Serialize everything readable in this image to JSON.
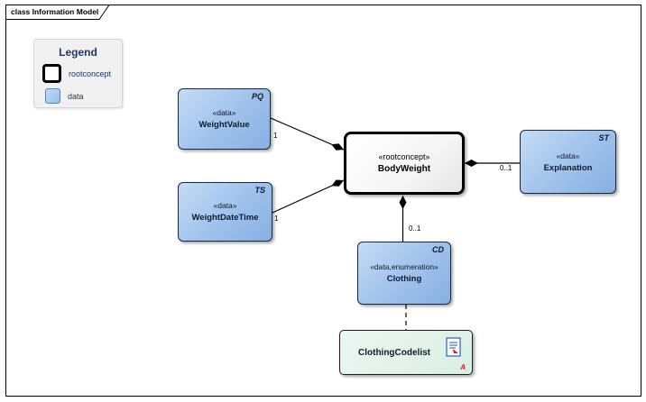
{
  "frame": {
    "title": "class Information Model"
  },
  "legend": {
    "title": "Legend",
    "items": [
      {
        "label": "rootconcept",
        "swatch": "rootconcept"
      },
      {
        "label": "data",
        "swatch": "data"
      }
    ]
  },
  "nodes": {
    "weight_value": {
      "type_tag": "PQ",
      "stereotype": "«data»",
      "name": "WeightValue"
    },
    "weight_date_time": {
      "type_tag": "TS",
      "stereotype": "«data»",
      "name": "WeightDateTime"
    },
    "body_weight": {
      "stereotype": "«rootconcept»",
      "name": "BodyWeight"
    },
    "explanation": {
      "type_tag": "ST",
      "stereotype": "«data»",
      "name": "Explanation"
    },
    "clothing": {
      "type_tag": "CD",
      "stereotype": "«data,enumeration»",
      "name": "Clothing"
    },
    "clothing_codelist": {
      "name": "ClothingCodelist",
      "artifact_letter": "A",
      "icon": "document-icon"
    }
  },
  "multiplicities": {
    "weight_value": "1",
    "weight_date_time": "1",
    "explanation": "0..1",
    "clothing": "0..1"
  },
  "colors": {
    "data_fill": "#9fc3ec",
    "data_border": "#17293f",
    "root_fill": "#ffffff",
    "root_border": "#000000",
    "codelist_fill": "#ddf0e6",
    "legend_text": "#1f3864",
    "artifact_red": "#d42020",
    "connector": "#000000"
  }
}
